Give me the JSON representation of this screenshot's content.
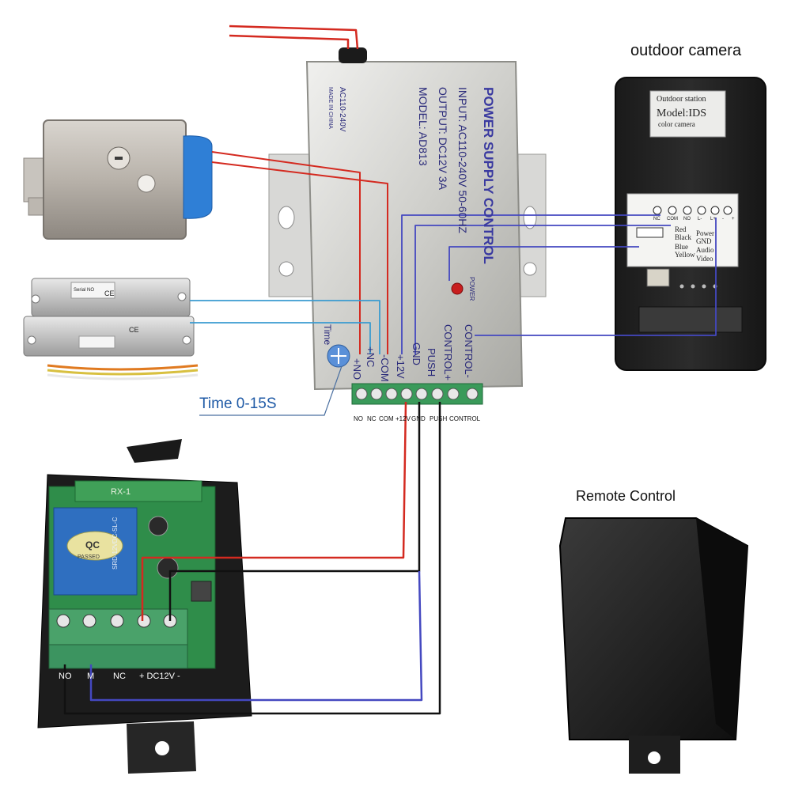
{
  "labels": {
    "outdoor_camera": "outdoor camera",
    "remote_control": "Remote Control",
    "time_range": "Time 0-15S"
  },
  "power_supply": {
    "title": "POWER SUPPLY CONTROL",
    "input": "INPUT: AC110-240V  50-60HZ",
    "output": "OUTPUT: DC12V  3A",
    "model": "MODEL: AD813",
    "voltage": "AC110-240V",
    "made_in": "MADE IN CHINA",
    "power_led": "POWER",
    "time": "Time",
    "side_terminals": [
      "+NO",
      "+NC",
      "-COM",
      "+12V",
      "GND",
      "PUSH",
      "CONTROL+",
      "CONTROL-"
    ],
    "terminal_labels": [
      "NO",
      "NC",
      "COM",
      "+12V",
      "GND",
      "PUSH",
      "CONTROL"
    ]
  },
  "camera": {
    "title": "Outdoor station",
    "model": "Model:IDS",
    "subtitle": "color camera",
    "terminals": [
      "NC",
      "COM",
      "NO",
      "L-",
      "L+",
      "-",
      "+"
    ],
    "wire_labels": [
      "Red",
      "Black",
      "Blue",
      "Yellow"
    ],
    "wire_functions": [
      "Power",
      "GND",
      "Audio",
      "Video"
    ]
  },
  "strike_lock": {
    "serial": "Serial NO",
    "ce": "CE"
  },
  "relay_board": {
    "model": "RX-1",
    "qc": "QC",
    "passed": "PASSED",
    "relay_text": "SRD-12VDC-SL-C",
    "terminals": [
      "NO",
      "M",
      "NC",
      "+ DC12V -"
    ]
  },
  "colors": {
    "red_wire": "#d42a20",
    "blue_wire": "#4448c0",
    "black_wire": "#111111",
    "cyan_wire": "#3a9bd0",
    "terminal_green": "#3a9a5a",
    "label_blue": "#1f5aa6"
  }
}
